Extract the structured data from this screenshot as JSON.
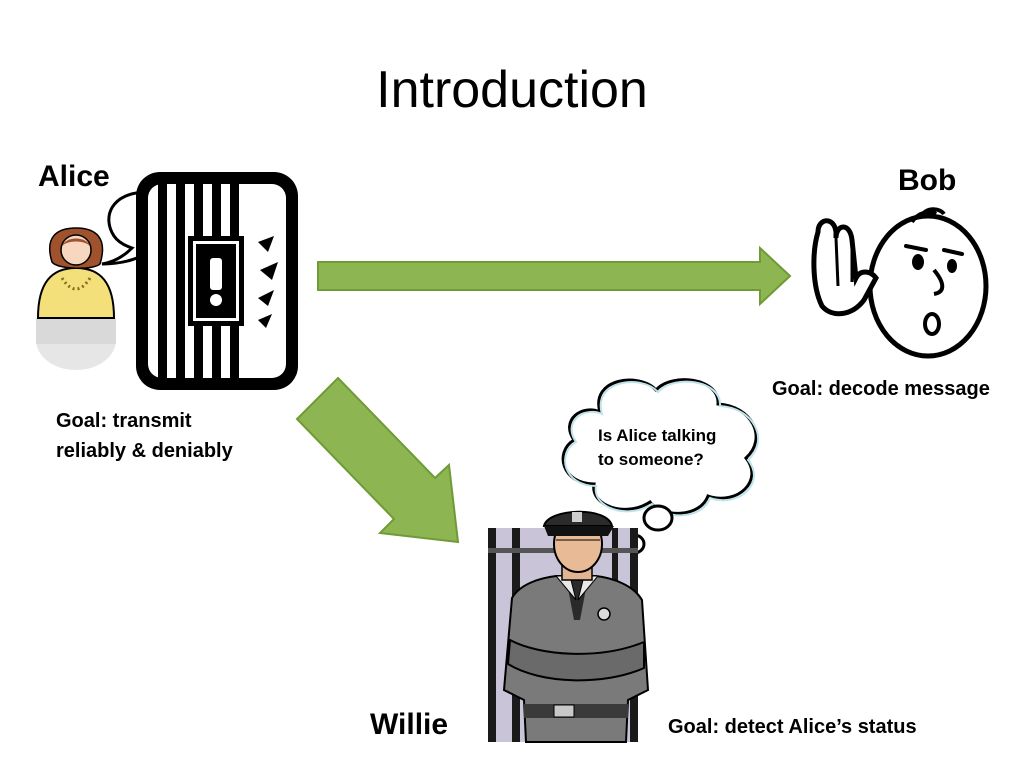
{
  "slide": {
    "title": "Introduction"
  },
  "alice": {
    "name": "Alice",
    "goal_line1": "Goal: transmit",
    "goal_line2": "reliably & deniably"
  },
  "bob": {
    "name": "Bob",
    "goal": "Goal: decode message"
  },
  "willie": {
    "name": "Willie",
    "goal": "Goal: detect Alice’s status",
    "thought_line1": "Is Alice talking",
    "thought_line2": "to someone?"
  },
  "colors": {
    "arrow_fill": "#8db652",
    "arrow_stroke": "#6f9a35",
    "alice_shirt": "#f4e07a",
    "alice_hair": "#a0522d",
    "cloud_stroke": "#bfe3ea",
    "police_uniform": "#7a7a7a",
    "bars_background": "#c9c4d8"
  },
  "icons": [
    "alice-figure-icon",
    "speech-bubble-icon",
    "radio-transmitter-icon",
    "bob-listening-face-icon",
    "thought-cloud-icon",
    "police-officer-icon",
    "jail-bars-icon"
  ]
}
